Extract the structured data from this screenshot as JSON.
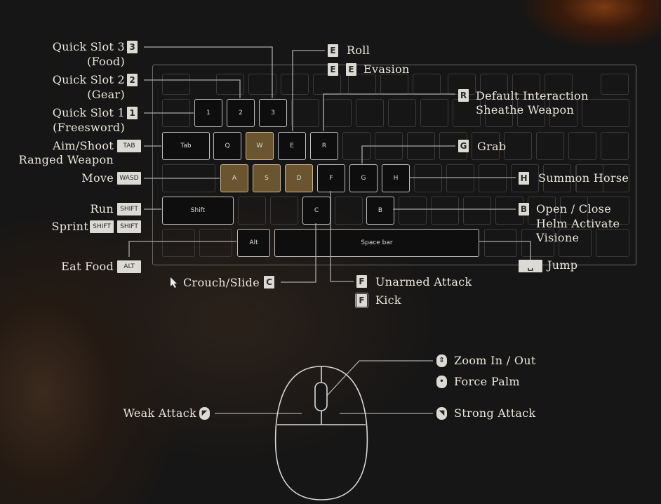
{
  "keyboard": {
    "keys": {
      "k1": "1",
      "k2": "2",
      "k3": "3",
      "tab": "Tab",
      "q": "Q",
      "w": "W",
      "e": "E",
      "r": "R",
      "a": "A",
      "s": "S",
      "d": "D",
      "f": "F",
      "g": "G",
      "h": "H",
      "shift": "Shift",
      "c": "C",
      "b": "B",
      "alt": "Alt",
      "space": "Space bar"
    }
  },
  "bindings": {
    "quick_slot_3": {
      "label": "Quick Slot 3",
      "sub": "(Food)",
      "key": "3"
    },
    "quick_slot_2": {
      "label": "Quick Slot 2",
      "sub": "(Gear)",
      "key": "2"
    },
    "quick_slot_1": {
      "label": "Quick Slot 1",
      "sub": "(Freesword)",
      "key": "1"
    },
    "aim_shoot": {
      "label": "Aim/Shoot",
      "sub": "Ranged Weapon",
      "key": "TAB"
    },
    "move": {
      "label": "Move",
      "key": "WASD"
    },
    "run": {
      "label": "Run",
      "key": "SHIFT"
    },
    "sprint": {
      "label": "Sprint",
      "key1": "SHIFT",
      "key2": "SHIFT"
    },
    "eat_food": {
      "label": "Eat Food",
      "key": "ALT"
    },
    "crouch": {
      "label": "Crouch/Slide",
      "key": "C"
    },
    "roll": {
      "label": "Roll",
      "key": "E"
    },
    "evasion": {
      "label": "Evasion",
      "key1": "E",
      "key2": "E"
    },
    "interact": {
      "label": "Default Interaction",
      "sub": "Sheathe Weapon",
      "key": "R"
    },
    "grab": {
      "label": "Grab",
      "key": "G"
    },
    "horse": {
      "label": "Summon Horse",
      "key": "H"
    },
    "helm": {
      "label": "Open / Close",
      "sub": "Helm Activate",
      "sub2": "Visione",
      "key": "B"
    },
    "jump": {
      "label": "Jump",
      "key": "␣"
    },
    "unarmed": {
      "label": "Unarmed Attack",
      "key": "F"
    },
    "kick": {
      "label": "Kick",
      "key": "F"
    }
  },
  "mouse": {
    "zoom": "Zoom In / Out",
    "force_palm": "Force Palm",
    "strong_attack": "Strong Attack",
    "weak_attack": "Weak Attack"
  },
  "colors": {
    "highlight": "#6b5430",
    "text": "#ece7de",
    "line": "#a8a8a8"
  }
}
